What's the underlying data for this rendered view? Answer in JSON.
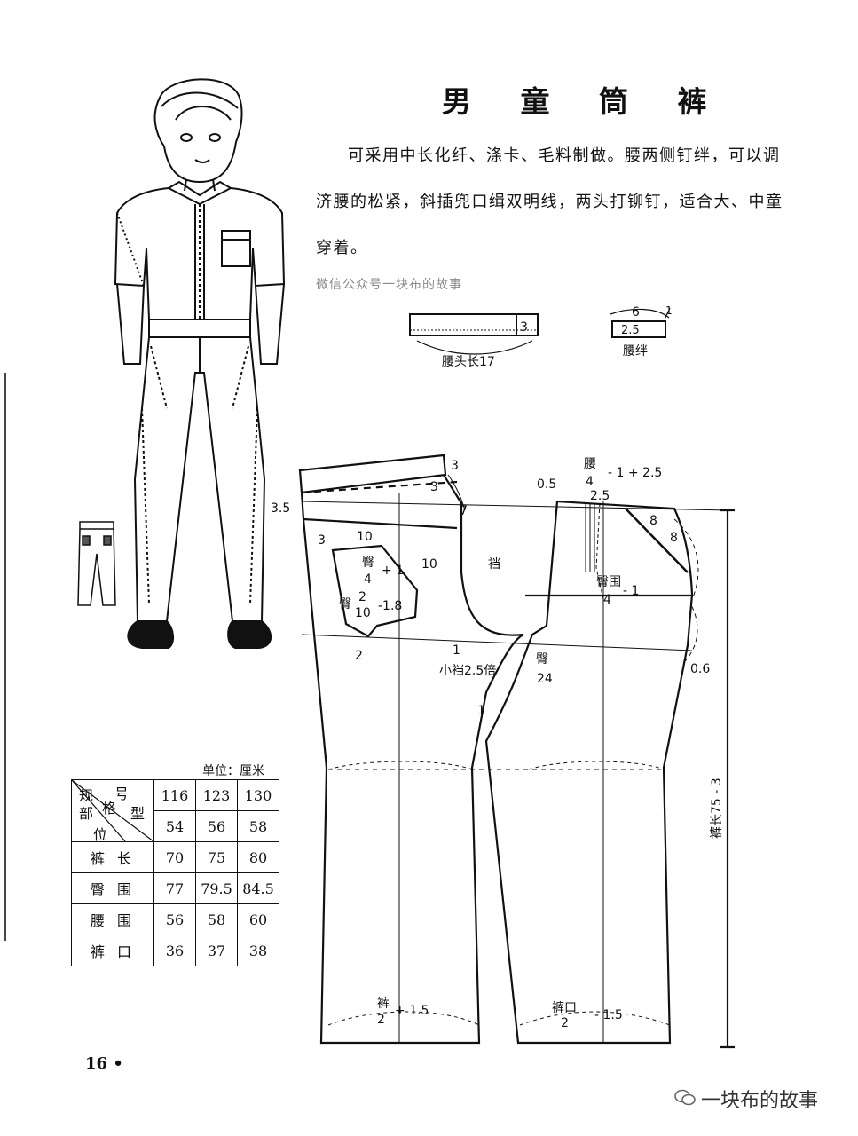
{
  "title": "男 童 筒 裤",
  "description": "可采用中长化纤、涤卡、毛料制做。腰两侧钉绊，可以调济腰的松紧，斜插兜口缉双明线，两头打铆钉，适合大、中童穿着。",
  "watermark": "微信公众号一块布的故事",
  "small_parts": {
    "waistband_label": "腰头长17",
    "waistband_width": "3",
    "loop_label": "腰绊",
    "loop_len": "6",
    "loop_width": "2.5",
    "loop_extra": "1"
  },
  "pattern_labels": {
    "l1": "3.5",
    "l2": "3",
    "l3": "3",
    "l4": "7",
    "l5": "3",
    "l6": "10",
    "l7": "臀",
    "l8": "4",
    "l9": "+ 1",
    "l10": "10",
    "l11": "臀",
    "l12": "2",
    "l13": "10",
    "l14": "-1.8",
    "l15": "2",
    "l16": "1",
    "l17": "小裆2.5倍",
    "l18": "1",
    "l19": "裆",
    "l20": "0.5",
    "l21": "腰",
    "l22": "4",
    "l23": "- 1 + 2.5",
    "l24": "2.5",
    "l25": "8",
    "l26": "8",
    "l27": "臀围",
    "l28": "4",
    "l29": "- 1",
    "l30": "臀",
    "l31": "24",
    "l32": "0.6",
    "l33": "裤长75 - 3",
    "l34": "裤",
    "l35": "2",
    "l36": "+ 1.5",
    "l37": "裤口",
    "l38": "2",
    "l39": "- 1.5"
  },
  "spec_table": {
    "unit": "单位：厘米",
    "header_tl": "号",
    "header_t2": "格",
    "header_t3": "型",
    "header_gui": "规",
    "header_bu": "部",
    "header_wei": "位",
    "sizes": [
      "116",
      "123",
      "130"
    ],
    "types": [
      "54",
      "56",
      "58"
    ],
    "rows": [
      {
        "label": "裤长",
        "values": [
          "70",
          "75",
          "80"
        ]
      },
      {
        "label": "臀围",
        "values": [
          "77",
          "79.5",
          "84.5"
        ]
      },
      {
        "label": "腰围",
        "values": [
          "56",
          "58",
          "60"
        ]
      },
      {
        "label": "裤口",
        "values": [
          "36",
          "37",
          "38"
        ]
      }
    ]
  },
  "page_number": "16 •",
  "brand": "一块布的故事"
}
